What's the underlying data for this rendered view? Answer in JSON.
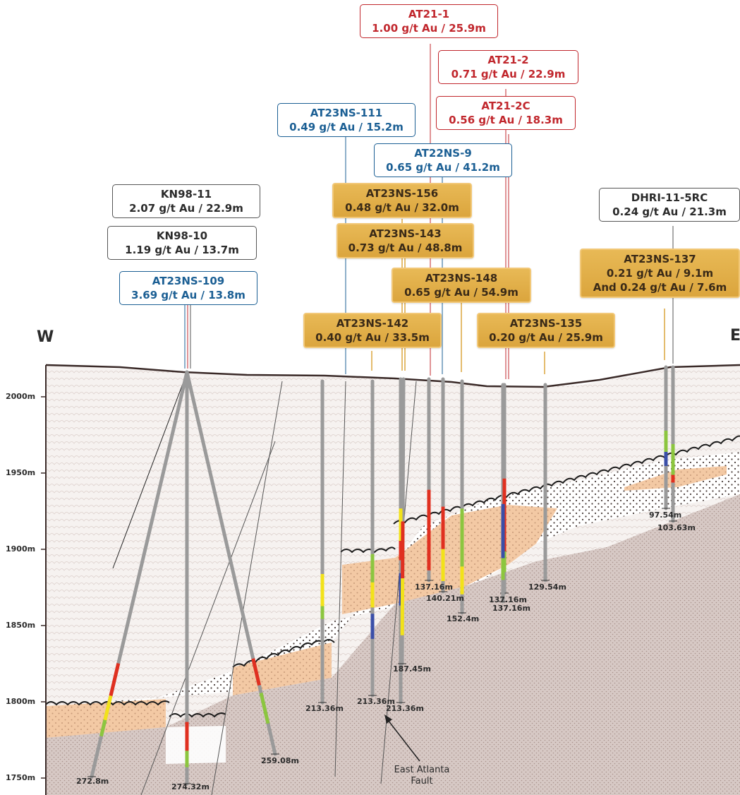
{
  "compass": {
    "west": "W",
    "east": "E"
  },
  "elevation_labels": [
    "2000m",
    "1950m",
    "1900m",
    "1850m",
    "1800m",
    "1750m"
  ],
  "fault_label": {
    "line1": "East Atlanta",
    "line2": "Fault"
  },
  "callouts": [
    {
      "id": "at21-1",
      "style": "red",
      "hole": "AT21-1",
      "grade": "1.00 g/t Au / 25.9m"
    },
    {
      "id": "at21-2",
      "style": "red",
      "hole": "AT21-2",
      "grade": "0.71 g/t Au / 22.9m"
    },
    {
      "id": "at21-2c",
      "style": "red",
      "hole": "AT21-2C",
      "grade": "0.56 g/t Au / 18.3m"
    },
    {
      "id": "at23ns-111",
      "style": "blue",
      "hole": "AT23NS-111",
      "grade": "0.49 g/t Au / 15.2m"
    },
    {
      "id": "at22ns-9",
      "style": "blue",
      "hole": "AT22NS-9",
      "grade": "0.65 g/t Au / 41.2m"
    },
    {
      "id": "kn98-11",
      "style": "historic",
      "hole": "KN98-11",
      "grade": "2.07 g/t Au / 22.9m"
    },
    {
      "id": "kn98-10",
      "style": "historic",
      "hole": "KN98-10",
      "grade": "1.19 g/t Au / 13.7m"
    },
    {
      "id": "at23ns-109",
      "style": "blue",
      "hole": "AT23NS-109",
      "grade": "3.69 g/t Au / 13.8m"
    },
    {
      "id": "at23ns-156",
      "style": "gold",
      "hole": "AT23NS-156",
      "grade": "0.48 g/t Au / 32.0m"
    },
    {
      "id": "at23ns-143",
      "style": "gold",
      "hole": "AT23NS-143",
      "grade": "0.73 g/t Au / 48.8m"
    },
    {
      "id": "at23ns-148",
      "style": "gold",
      "hole": "AT23NS-148",
      "grade": "0.65 g/t Au / 54.9m"
    },
    {
      "id": "at23ns-142",
      "style": "gold",
      "hole": "AT23NS-142",
      "grade": "0.40 g/t Au / 33.5m"
    },
    {
      "id": "at23ns-135",
      "style": "gold",
      "hole": "AT23NS-135",
      "grade": "0.20 g/t Au / 25.9m"
    },
    {
      "id": "dhri-11-5rc",
      "style": "historic",
      "hole": "DHRI-11-5RC",
      "grade": "0.24 g/t Au / 21.3m"
    },
    {
      "id": "at23ns-137",
      "style": "gold",
      "hole": "AT23NS-137",
      "grade": "0.21 g/t Au / 9.1m",
      "grade2": "And 0.24 g/t Au / 7.6m"
    }
  ],
  "hole_depths": [
    "272.8m",
    "274.32m",
    "259.08m",
    "213.36m",
    "213.36m",
    "213.36m",
    "187.45m",
    "137.16m",
    "140.21m",
    "152.4m",
    "137.16m",
    "137.16m",
    "129.54m",
    "97.54m",
    "103.63m"
  ],
  "colors": {
    "ground_surface": "#3a2a28",
    "overburden": "#f5f0ee",
    "oxidized_tuff": "#ffffff",
    "mineralized_zone": "#f3c9a4",
    "bedrock": "#cdbdb8",
    "drill_hole": "#9a9a9a",
    "historic_border": "#555555",
    "blue_label": "#1b5f94",
    "red_label": "#c1272d",
    "gold_label": "#dba53d",
    "assay_high": "#e03020",
    "assay_mid": "#f2e21a",
    "assay_low": "#8cc63f",
    "assay_trace": "#3a4fa8"
  }
}
